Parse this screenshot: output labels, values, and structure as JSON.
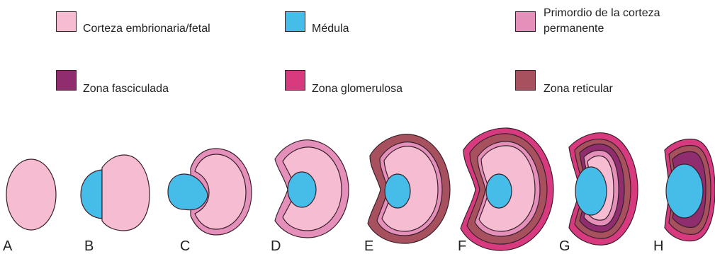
{
  "colors": {
    "fetal": "#f5bcd2",
    "medula": "#45bde8",
    "primordio": "#e590ba",
    "fasciculada": "#8f2d6f",
    "glomerulosa": "#d83a80",
    "reticular": "#a8515e",
    "outline": "#3a1f2a"
  },
  "legend": {
    "fetal": "Corteza embrionaria/fetal",
    "medula": "Médula",
    "primordio_line1": "Primordio de la corteza",
    "primordio_line2": "permanente",
    "fasciculada": "Zona fasciculada",
    "glomerulosa": "Zona glomerulosa",
    "reticular": "Zona reticular"
  },
  "stages": [
    "A",
    "B",
    "C",
    "D",
    "E",
    "F",
    "G",
    "H"
  ]
}
